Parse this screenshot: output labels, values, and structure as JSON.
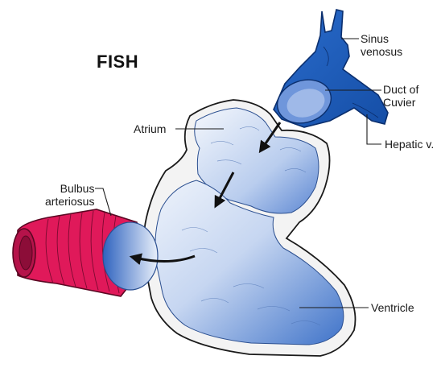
{
  "title": "FISH",
  "labels": {
    "sinus_venosus": [
      "Sinus",
      "venosus"
    ],
    "duct_of_cuvier": [
      "Duct of",
      "Cuvier"
    ],
    "atrium": "Atrium",
    "hepatic_v": "Hepatic v.",
    "bulbus_arteriosus": [
      "Bulbus",
      "arteriosus"
    ],
    "ventricle": "Ventricle"
  },
  "colors": {
    "venous_blue": "#1f5fbf",
    "venous_dark": "#0f3d8c",
    "chamber_light": "#dfe9f8",
    "chamber_blue": "#4f7fd0",
    "arterial_red": "#e0195a",
    "arterial_dark": "#a80f3f",
    "wall": "#f2f2f2",
    "outline": "#1a1a1a"
  }
}
